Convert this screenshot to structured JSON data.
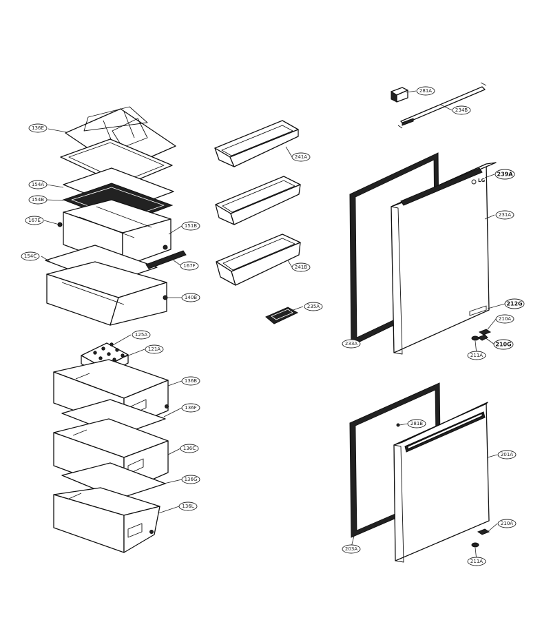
{
  "logo_text": "LG",
  "callouts": [
    {
      "id": "136E",
      "bold": false
    },
    {
      "id": "154A",
      "bold": false
    },
    {
      "id": "154B",
      "bold": false
    },
    {
      "id": "167E",
      "bold": false
    },
    {
      "id": "151B",
      "bold": false
    },
    {
      "id": "154C",
      "bold": false
    },
    {
      "id": "167F",
      "bold": false
    },
    {
      "id": "140B",
      "bold": false
    },
    {
      "id": "125A",
      "bold": false
    },
    {
      "id": "121A",
      "bold": false
    },
    {
      "id": "136B",
      "bold": false
    },
    {
      "id": "136F",
      "bold": false
    },
    {
      "id": "136C",
      "bold": false
    },
    {
      "id": "136G",
      "bold": false
    },
    {
      "id": "136L",
      "bold": false
    },
    {
      "id": "241A",
      "bold": false
    },
    {
      "id": "241B",
      "bold": false
    },
    {
      "id": "235A",
      "bold": false
    },
    {
      "id": "281A",
      "bold": false
    },
    {
      "id": "234B",
      "bold": false
    },
    {
      "id": "239A",
      "bold": true
    },
    {
      "id": "231A",
      "bold": false
    },
    {
      "id": "212G",
      "bold": true
    },
    {
      "id": "210A",
      "bold": false
    },
    {
      "id": "210G",
      "bold": true
    },
    {
      "id": "211A",
      "bold": false
    },
    {
      "id": "233A",
      "bold": false
    },
    {
      "id": "281B",
      "bold": false
    },
    {
      "id": "201A",
      "bold": false
    },
    {
      "id": "203A",
      "bold": false
    },
    {
      "id": "210A",
      "bold": false
    },
    {
      "id": "211A",
      "bold": false
    }
  ]
}
